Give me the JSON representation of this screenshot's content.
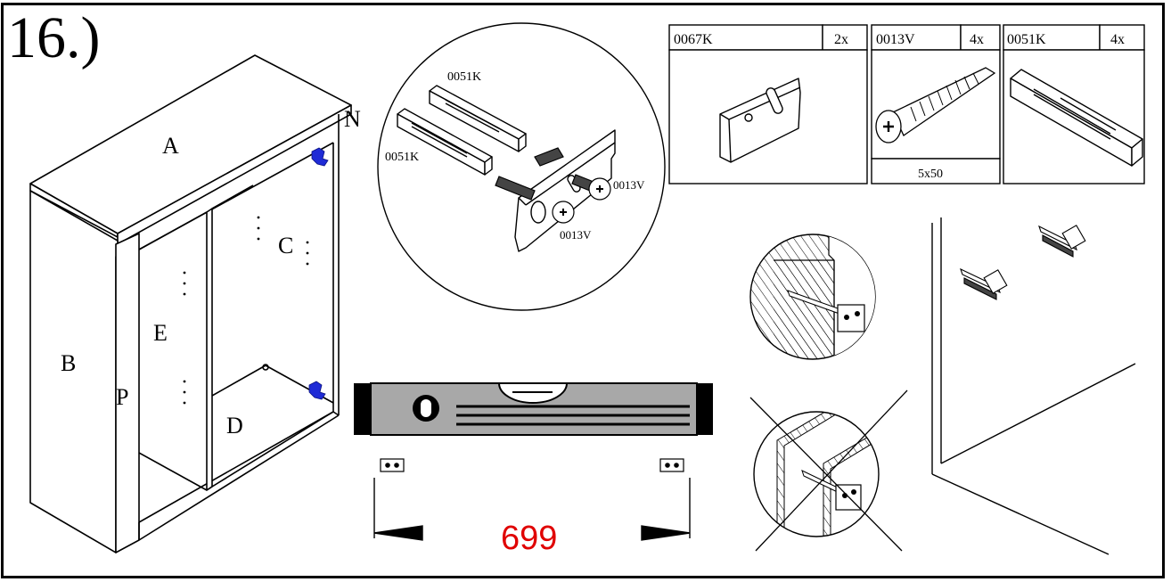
{
  "step_number": "16.)",
  "cabinet": {
    "labels": {
      "A": "A",
      "B": "B",
      "C": "C",
      "D": "D",
      "E": "E",
      "N": "N",
      "P": "P"
    }
  },
  "detail_circle": {
    "labels": [
      "0051K",
      "0051K",
      "0013V",
      "0013V"
    ]
  },
  "parts_table": [
    {
      "code": "0067K",
      "qty": "2x",
      "size": ""
    },
    {
      "code": "0013V",
      "qty": "4x",
      "size": "5x50"
    },
    {
      "code": "0051K",
      "qty": "4x",
      "size": ""
    }
  ],
  "level": {
    "distance": "699",
    "distance_color": "#e00000",
    "level_color": "#a8a8a8"
  },
  "accent_blue": "#1f2bd6"
}
